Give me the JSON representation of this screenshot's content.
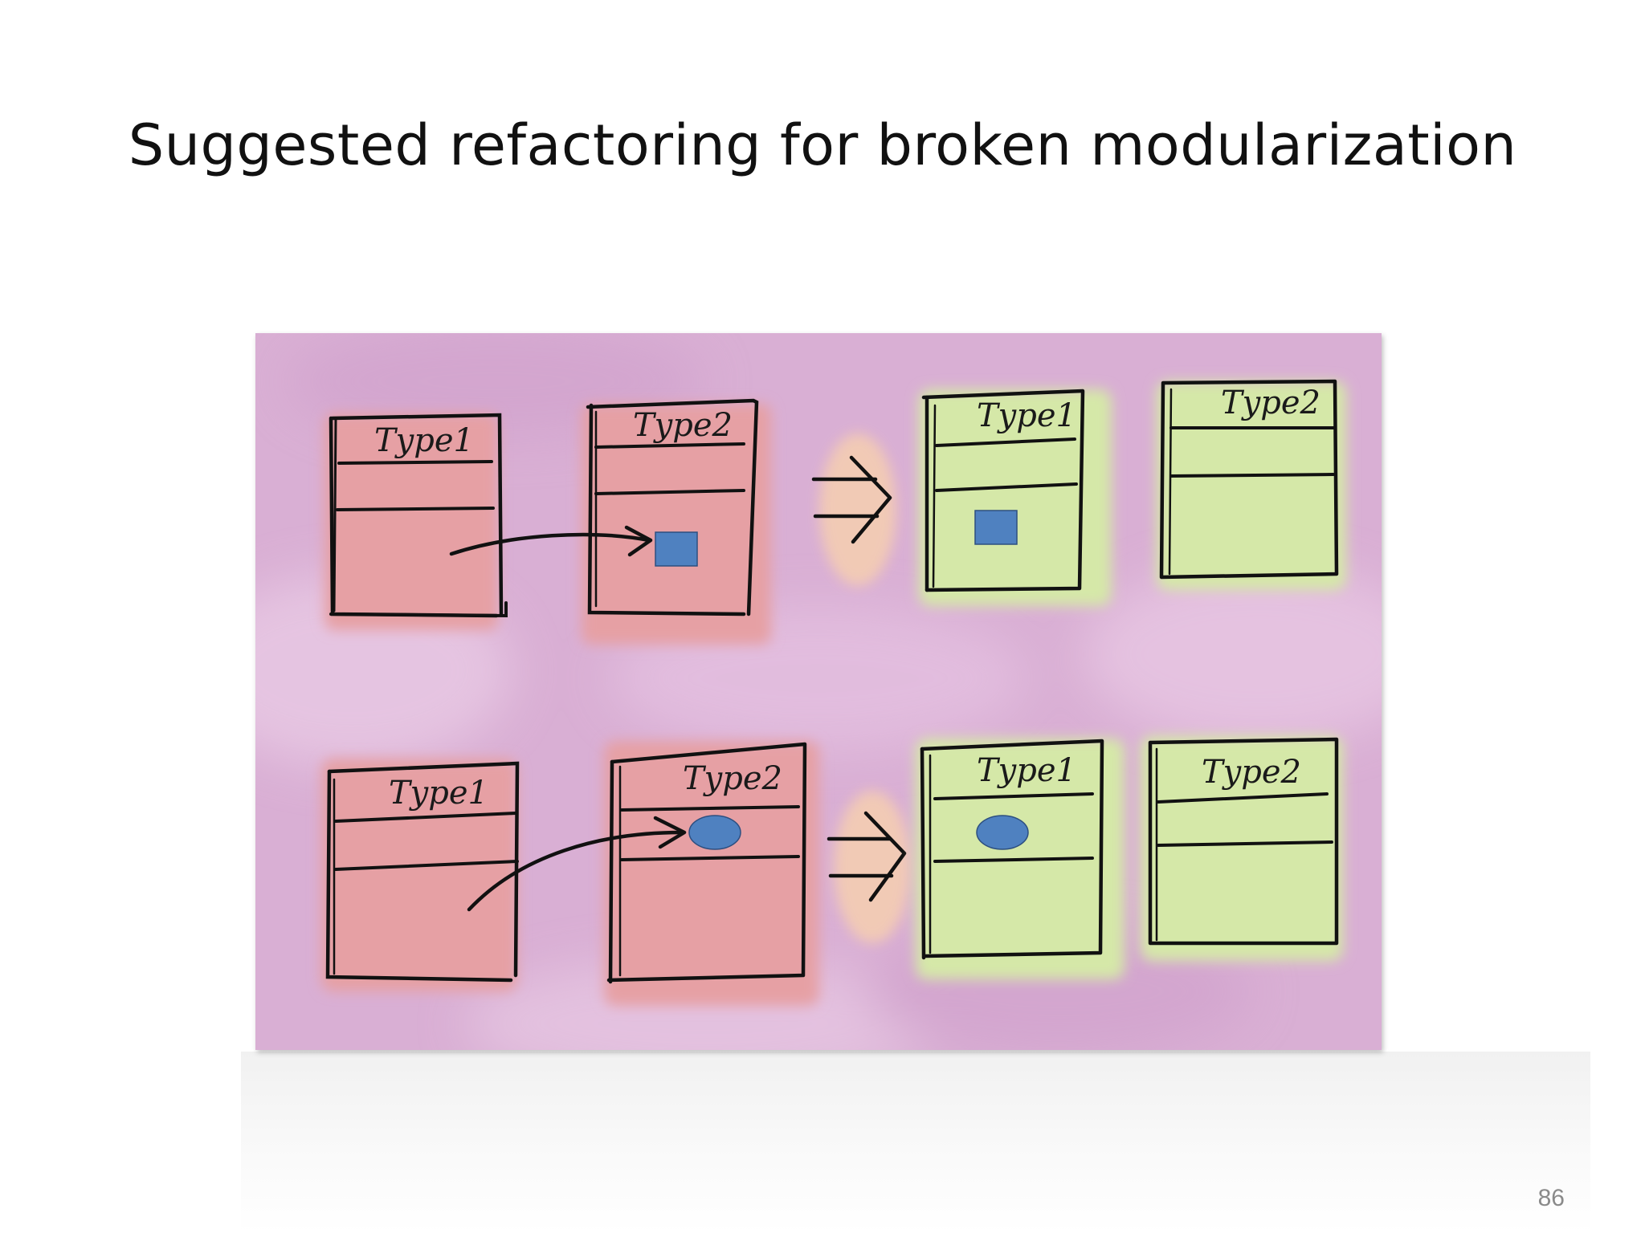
{
  "slide": {
    "title": "Suggested refactoring for broken modularization",
    "page_number": "86"
  },
  "diagram": {
    "before_color": "#e8a8a8",
    "after_color": "#d8eab0",
    "background_color": "#dcb0d6",
    "member_color": "#4f81c0",
    "labels": {
      "type1": "Type1",
      "type2": "Type2"
    }
  }
}
